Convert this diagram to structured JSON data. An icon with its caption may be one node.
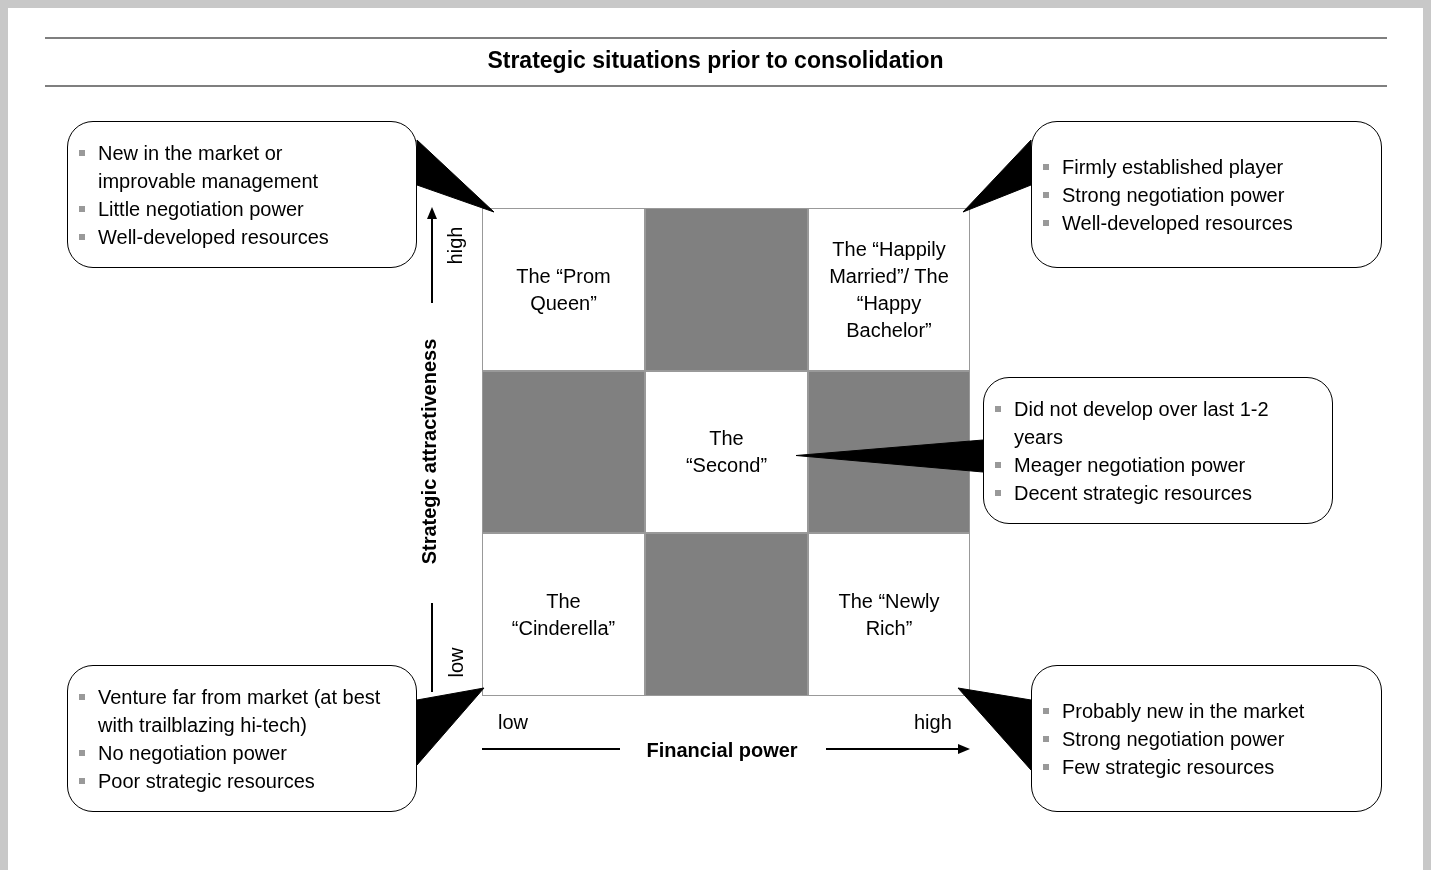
{
  "diagram": {
    "title": "Strategic situations prior to consolidation",
    "nodes": [
      {
        "text": [
          "New in the market or improvable management",
          "Little negotiation power",
          "Well-developed resources"
        ]
      },
      {
        "text": [
          "Firmly established player",
          "Strong negotiation power",
          "Well-developed resources"
        ]
      },
      {
        "text": [
          "The “Prom Queen”"
        ]
      },
      {
        "text": [],
        "shape": "box"
      },
      {
        "text": [
          "The “Happily Married”/ The “Happy Bachelor”"
        ]
      },
      {
        "text": [],
        "shape": "box"
      },
      {
        "text": [
          "The “Second”"
        ]
      },
      {
        "text": [],
        "shape": "box"
      },
      {
        "text": [
          "Did not develop over last 1-2 years",
          "Meager negotiation power",
          "Decent strategic resources"
        ]
      },
      {
        "text": [
          "The “Cinderella”"
        ]
      },
      {
        "text": [],
        "shape": "box"
      },
      {
        "text": [
          "The “Newly Rich”"
        ]
      },
      {
        "text": [
          "Venture far from market (at best with trailblazing hi-tech)",
          "No negotiation power",
          "Poor strategic resources"
        ]
      },
      {
        "text": [
          "Probably new in the market",
          "Strong negotiation power",
          "Few strategic resources"
        ]
      }
    ],
    "edges": [
      {
        "from": 0,
        "to": 2,
        "arrow": "to"
      },
      {
        "from": 1,
        "to": 4,
        "arrow": "to"
      },
      {
        "from": 8,
        "to": 6,
        "arrow": "to"
      },
      {
        "from": 12,
        "to": 9,
        "arrow": "to"
      },
      {
        "from": 13,
        "to": 11,
        "arrow": "to"
      }
    ],
    "labels": [
      "high",
      "Strategic attractiveness",
      "low",
      "low",
      "high",
      "Financial power"
    ]
  }
}
